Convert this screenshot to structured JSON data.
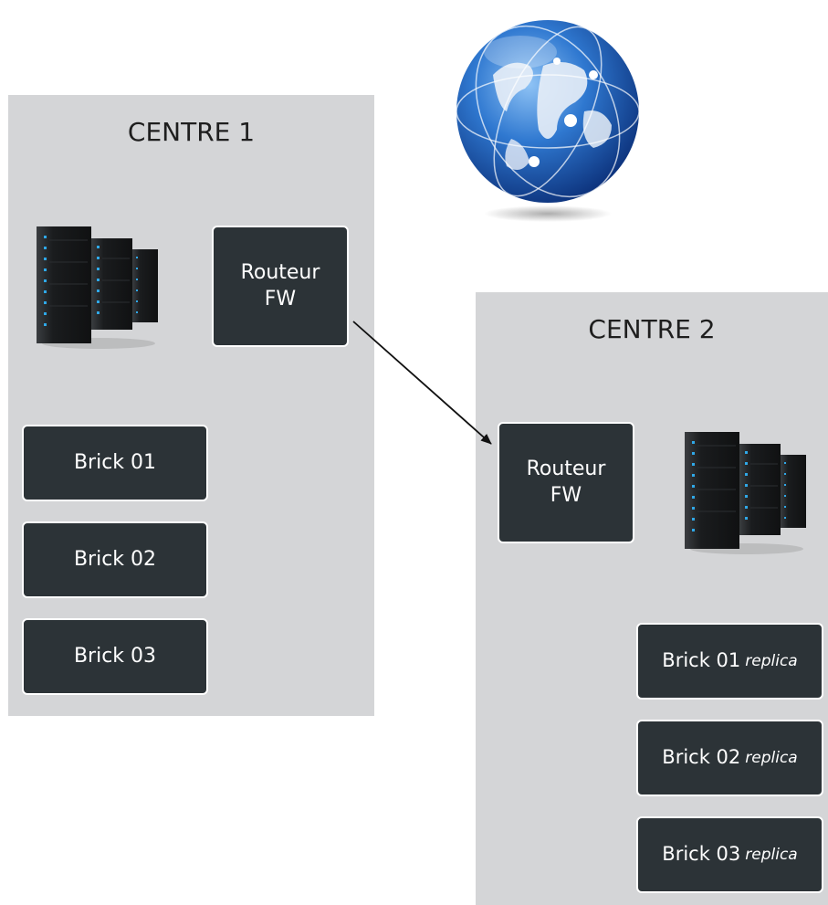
{
  "centre1": {
    "title": "CENTRE 1",
    "router": {
      "line1": "Routeur",
      "line2": "FW"
    },
    "bricks": [
      {
        "label": "Brick 01"
      },
      {
        "label": "Brick 02"
      },
      {
        "label": "Brick 03"
      }
    ]
  },
  "centre2": {
    "title": "CENTRE 2",
    "router": {
      "line1": "Routeur",
      "line2": "FW"
    },
    "bricks": [
      {
        "label": "Brick 01",
        "suffix": "replica"
      },
      {
        "label": "Brick 02",
        "suffix": "replica"
      },
      {
        "label": "Brick 03",
        "suffix": "replica"
      }
    ]
  },
  "icons": {
    "globe": "globe-icon",
    "server": "server-rack-icon"
  },
  "colors": {
    "panel": "#d4d5d7",
    "box": "#2c3337",
    "box_text": "#ffffff",
    "server_led": "#2fa8e8",
    "globe": "#1f5fb0"
  }
}
